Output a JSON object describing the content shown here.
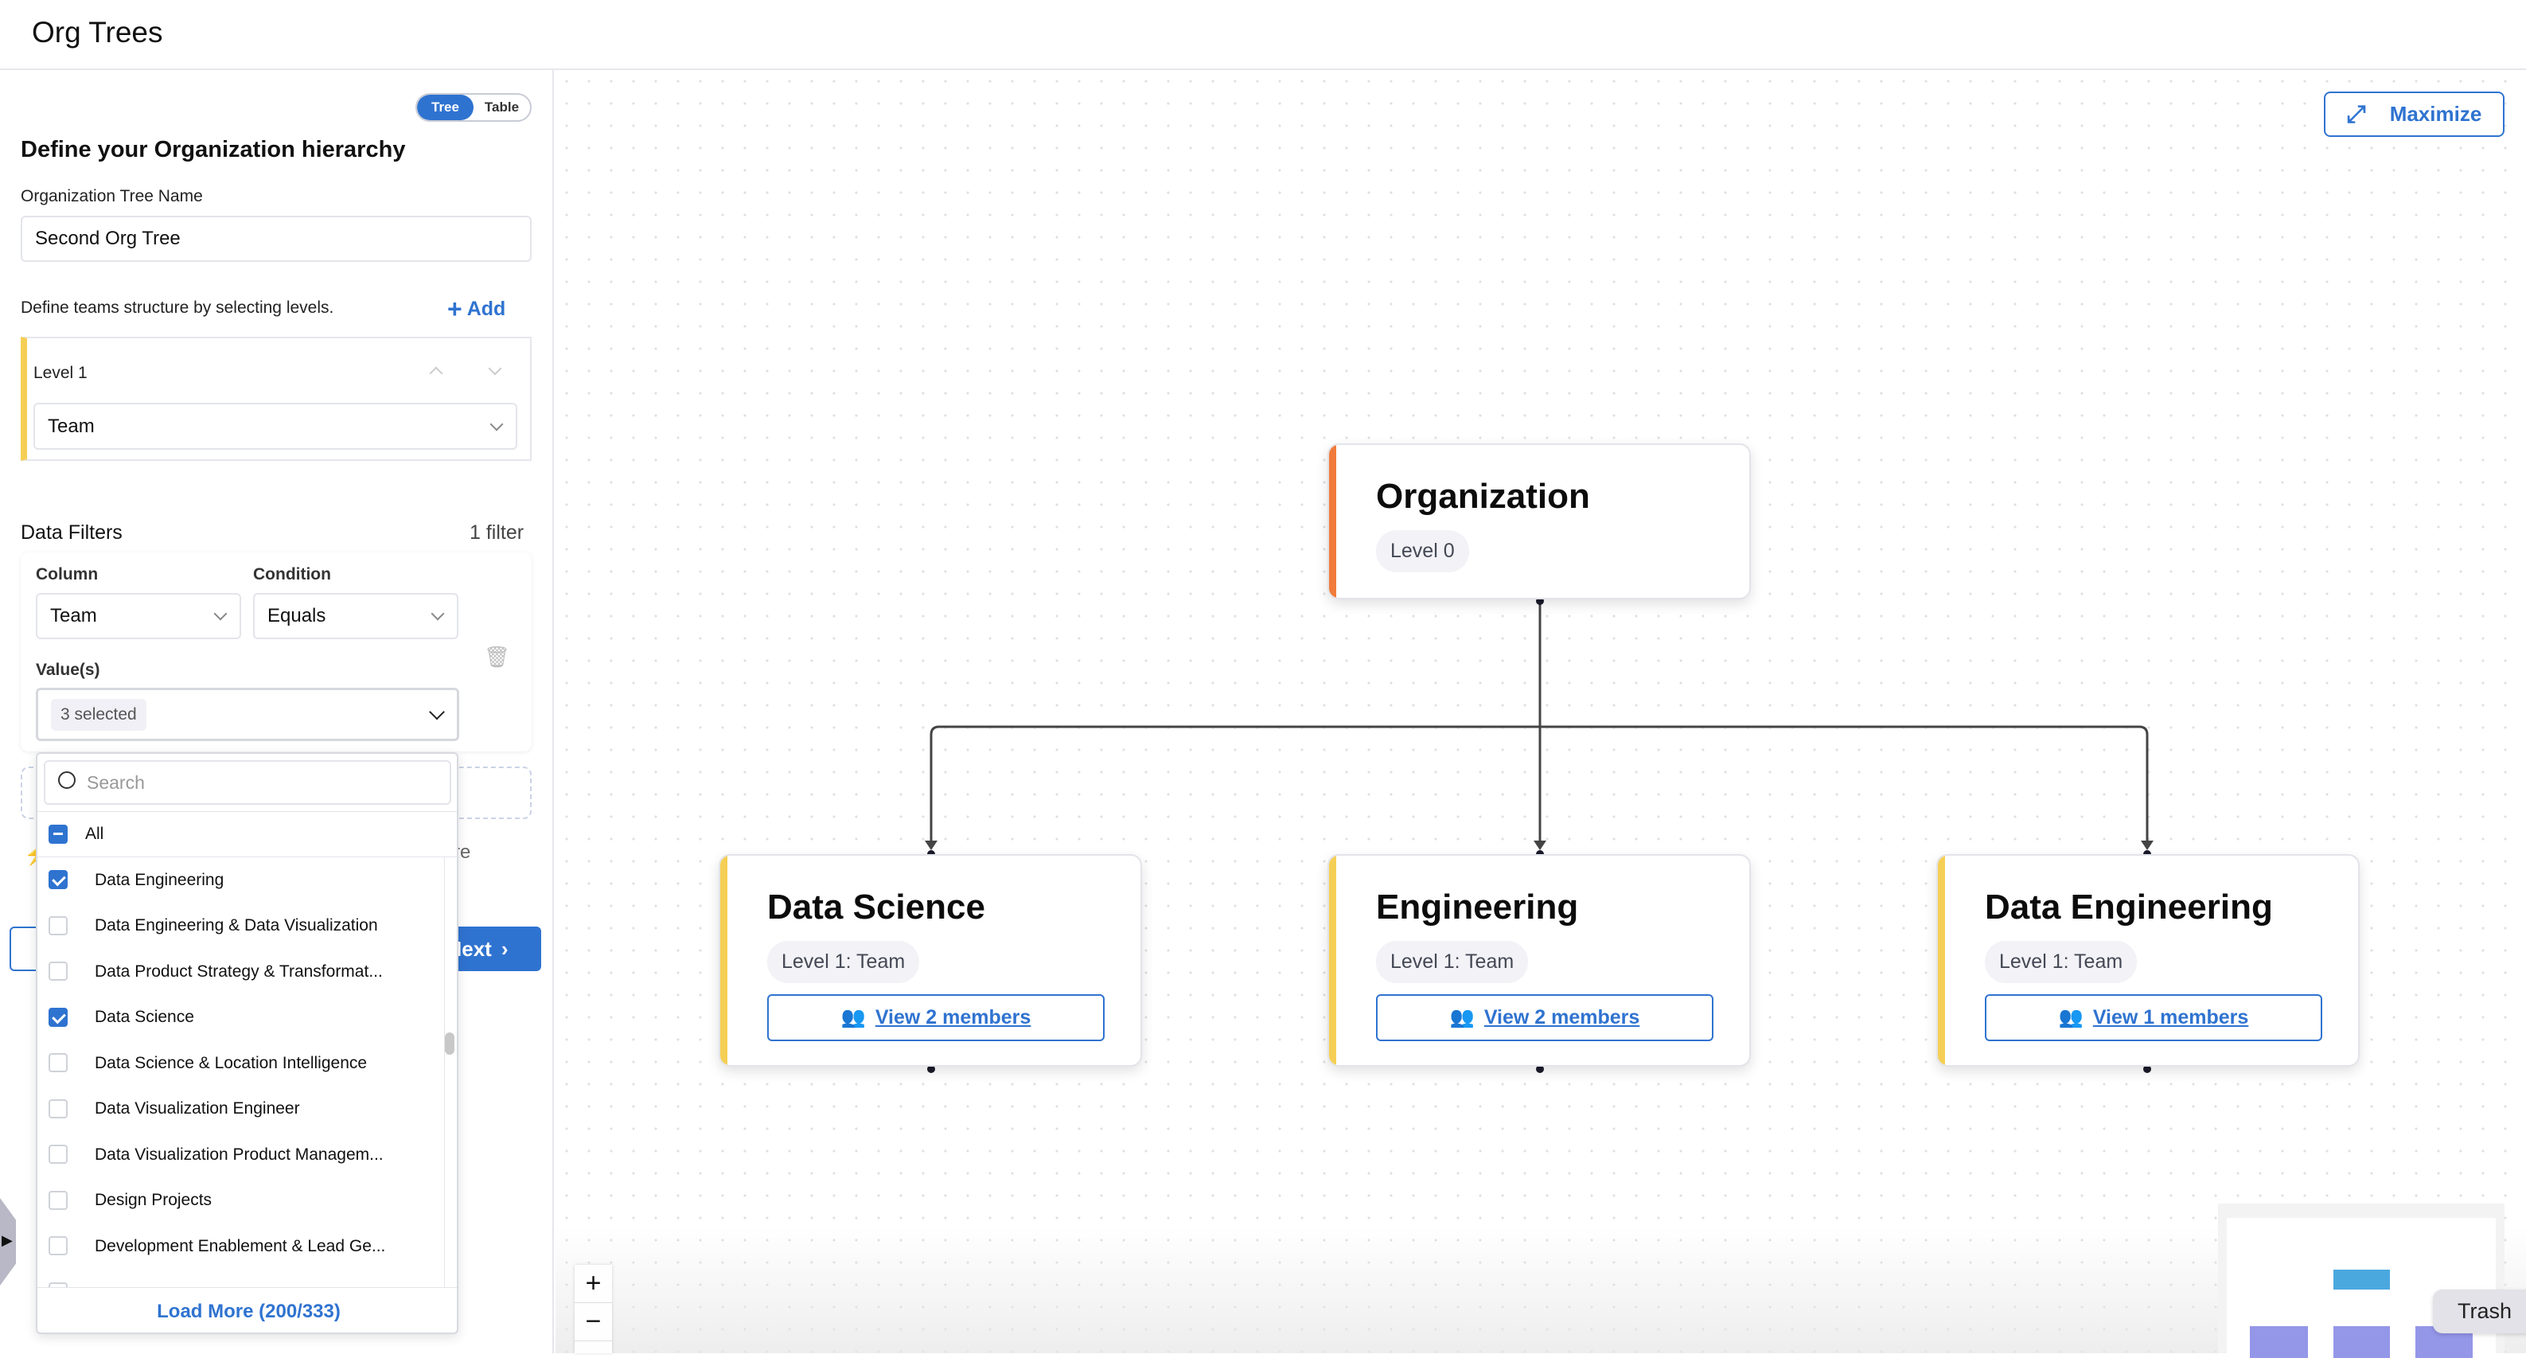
{
  "header": {
    "title": "Org Trees"
  },
  "sidebar": {
    "view_toggle": {
      "options": [
        "Tree",
        "Table"
      ],
      "selected": "Tree"
    },
    "heading": "Define your Organization hierarchy",
    "tree_name_label": "Organization Tree Name",
    "tree_name_value": "Second Org Tree",
    "levels_hint": "Define teams structure by selecting levels.",
    "add_label": "Add",
    "levels": [
      {
        "label": "Level 1",
        "value": "Team"
      }
    ],
    "filters_title": "Data Filters",
    "filters_count": "1 filter",
    "filter": {
      "column_label": "Column",
      "column_value": "Team",
      "condition_label": "Condition",
      "condition_value": "Equals",
      "values_label": "Value(s)",
      "values_chip": "3 selected"
    },
    "partial_hint": "re",
    "next_label": "Next"
  },
  "dropdown": {
    "search_placeholder": "Search",
    "all_label": "All",
    "options": [
      {
        "label": "Data Engineering",
        "checked": true
      },
      {
        "label": "Data Engineering & Data Visualization",
        "checked": false
      },
      {
        "label": "Data Product Strategy & Transformat...",
        "checked": false
      },
      {
        "label": "Data Science",
        "checked": true
      },
      {
        "label": "Data Science & Location Intelligence",
        "checked": false
      },
      {
        "label": "Data Visualization Engineer",
        "checked": false
      },
      {
        "label": "Data Visualization Product Managem...",
        "checked": false
      },
      {
        "label": "Design Projects",
        "checked": false
      },
      {
        "label": "Development Enablement & Lead Ge...",
        "checked": false
      }
    ],
    "load_more": "Load More (200/333)"
  },
  "canvas": {
    "maximize_label": "Maximize",
    "root": {
      "title": "Organization",
      "badge": "Level 0",
      "color": "#f07b3b"
    },
    "children": [
      {
        "title": "Data Science",
        "badge": "Level 1: Team",
        "members": "View 2 members",
        "color": "#f5cf55"
      },
      {
        "title": "Engineering",
        "badge": "Level 1: Team",
        "members": "View 2 members",
        "color": "#f5cf55"
      },
      {
        "title": "Data Engineering",
        "badge": "Level 1: Team",
        "members": "View 1 members",
        "color": "#f5cf55"
      }
    ],
    "zoom_in": "+",
    "zoom_out": "−",
    "tooltip": "Trash"
  },
  "colors": {
    "accent": "#2f73d0",
    "minimap_root": "#4aa8de",
    "minimap_child": "#9496e8"
  }
}
